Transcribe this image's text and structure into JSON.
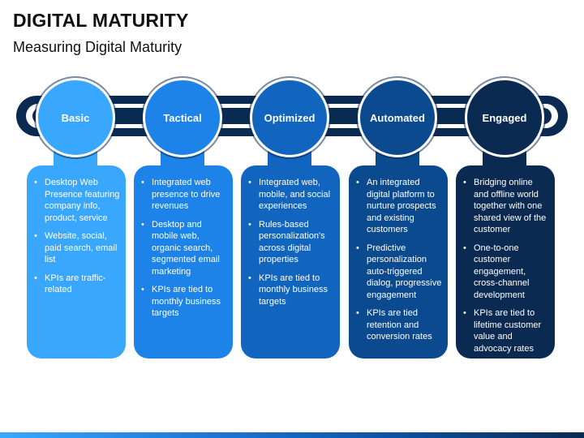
{
  "title": "DIGITAL MATURITY",
  "subtitle": "Measuring Digital Maturity",
  "stages": [
    {
      "name": "Basic",
      "color": "#3aa7ff",
      "bullets": [
        "Desktop Web Presence featuring company info, product, service",
        "Website, social, paid search, email list",
        "KPIs are traffic-related"
      ]
    },
    {
      "name": "Tactical",
      "color": "#1e83e8",
      "bullets": [
        "Integrated  web presence to drive revenues",
        "Desktop and mobile web, organic search, segmented email marketing",
        "KPIs are tied to monthly business targets"
      ]
    },
    {
      "name": "Optimized",
      "color": "#1165bf",
      "bullets": [
        "Integrated web, mobile, and social experiences",
        "Rules-based personalization's across digital properties",
        "KPIs are tied to monthly business targets"
      ]
    },
    {
      "name": "Automated",
      "color": "#0b4a8f",
      "bullets": [
        "An integrated digital platform to nurture prospects and existing customers",
        "Predictive personalization auto-triggered dialog, progressive engagement",
        "KPIs are tied retention and conversion rates"
      ]
    },
    {
      "name": "Engaged",
      "color": "#0b2a52",
      "bullets": [
        "Bridging online and offline world together with one shared view of the customer",
        "One-to-one customer engagement, cross-channel development",
        "KPIs are tied to lifetime customer value and advocacy rates"
      ]
    }
  ]
}
